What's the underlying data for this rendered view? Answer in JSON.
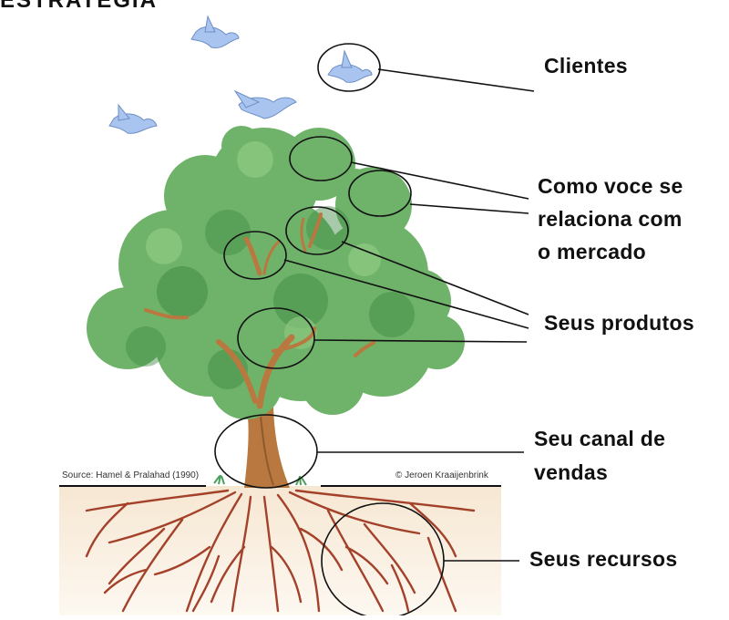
{
  "header": {
    "cut_title": "ESTRATÉGIA"
  },
  "labels": {
    "clientes": "Clientes",
    "relaciona_1": "Como voce se",
    "relaciona_2": "relaciona com",
    "relaciona_3": "o mercado",
    "produtos": "Seus produtos",
    "canal_1": "Seu canal de",
    "canal_2": "vendas",
    "recursos": "Seus recursos"
  },
  "credits": {
    "source": "Source: Hamel & Pralahad (1990)",
    "copyright": "© Jeroen Kraaijenbrink"
  },
  "colors": {
    "leaf": "#6fb36a",
    "leaf_dark": "#3f8a44",
    "leaf_light": "#8cc77f",
    "trunk": "#b9783f",
    "root": "#a4412a",
    "soil": "#f7ecdc",
    "bird": "#a9c4ee",
    "ink": "#111111"
  }
}
